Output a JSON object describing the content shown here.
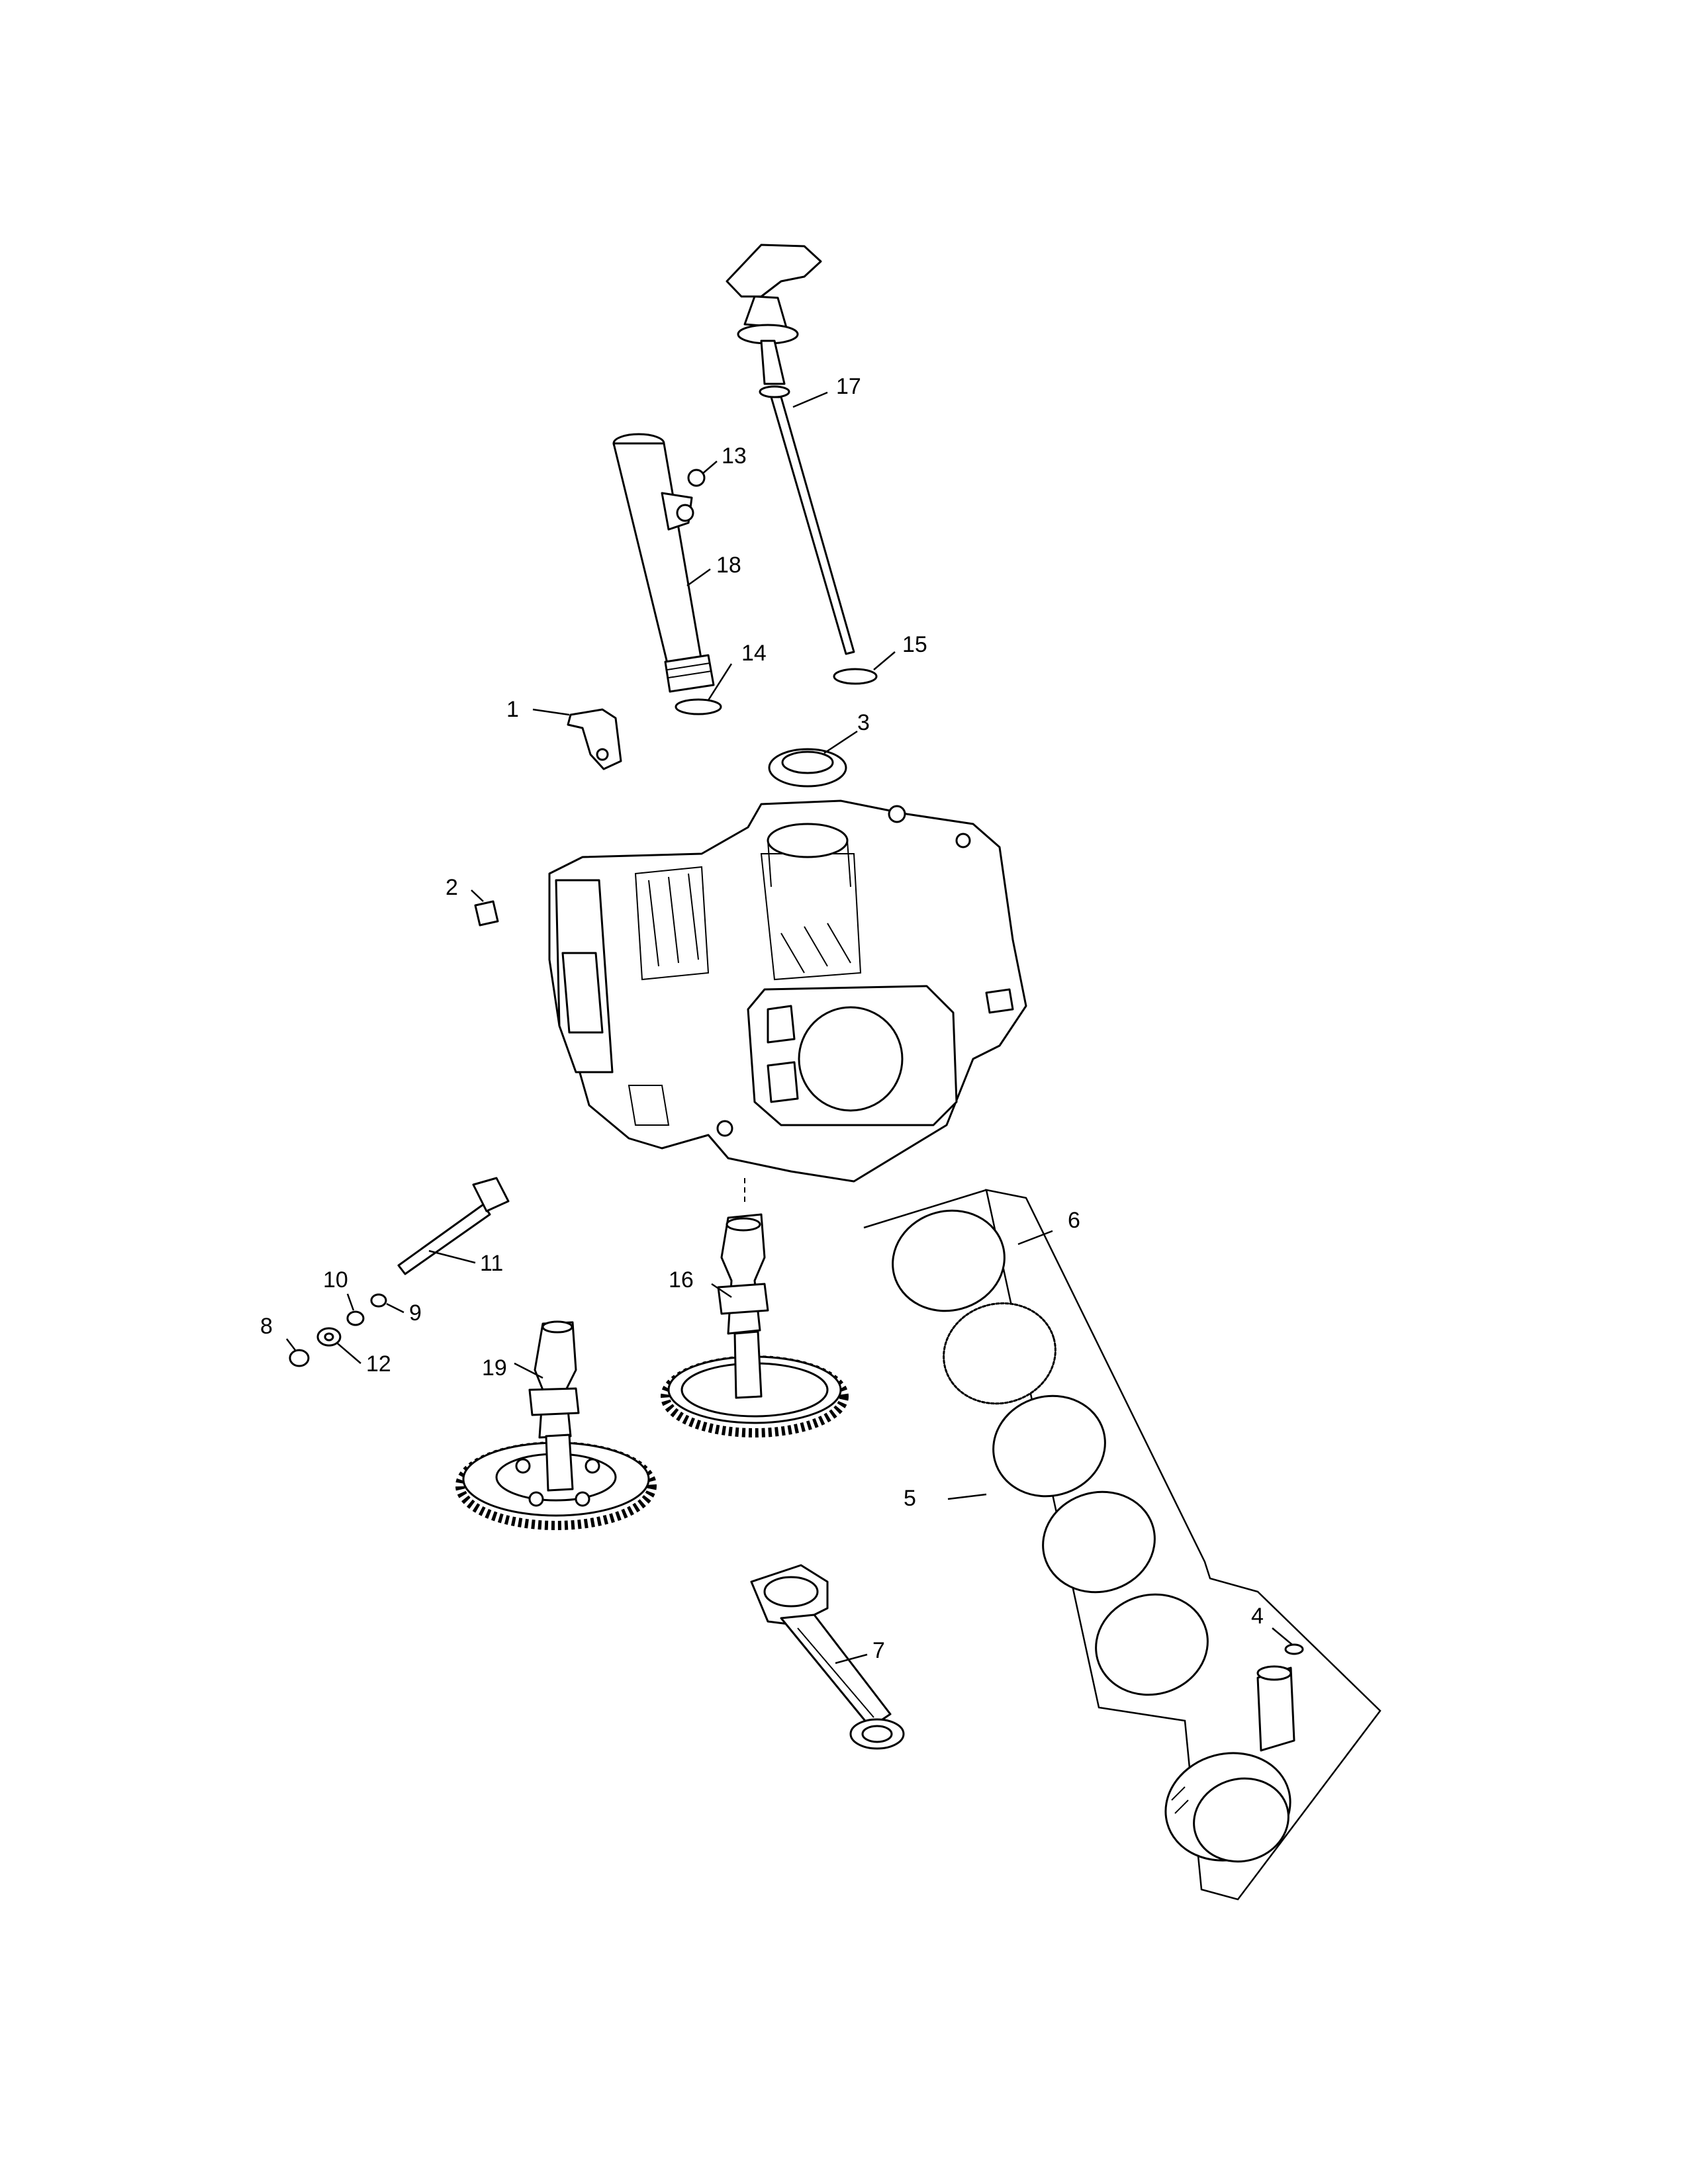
{
  "diagram": {
    "type": "exploded parts diagram",
    "callouts": [
      "1",
      "2",
      "3",
      "4",
      "5",
      "6",
      "7",
      "8",
      "9",
      "10",
      "11",
      "12",
      "13",
      "14",
      "15",
      "16",
      "17",
      "18",
      "19"
    ],
    "parts": {
      "p1": "bracket",
      "p2": "plug",
      "p3": "oil seal",
      "p4": "retaining clip",
      "p5": "piston ring set",
      "p6": "piston ring",
      "p7": "connecting rod",
      "p8": "washer",
      "p9": "o-ring",
      "p10": "o-ring",
      "p11": "breather tube",
      "p12": "washer",
      "p13": "nut",
      "p14": "o-ring",
      "p15": "o-ring",
      "p16": "camshaft",
      "p17": "dipstick",
      "p18": "oil fill tube",
      "p19": "camshaft",
      "crankcase": "crankcase",
      "piston": "piston",
      "pin": "piston pin"
    }
  }
}
